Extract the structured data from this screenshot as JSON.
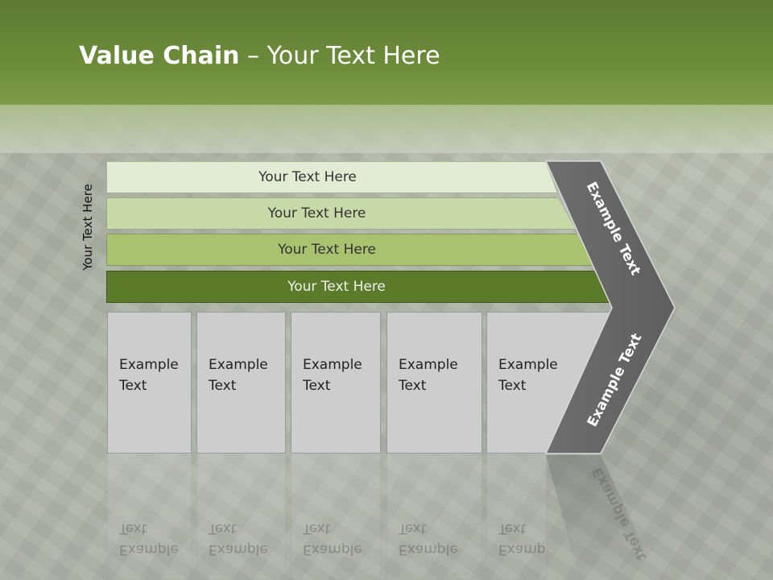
{
  "title": {
    "bold": "Value Chain",
    "rest": " – Your Text Here"
  },
  "side_label": "Your Text Here",
  "bars": [
    {
      "label": "Your Text Here"
    },
    {
      "label": "Your Text Here"
    },
    {
      "label": "Your Text Here"
    },
    {
      "label": "Your Text Here"
    }
  ],
  "boxes": [
    {
      "line1": "Example",
      "line2": "Text"
    },
    {
      "line1": "Example",
      "line2": "Text"
    },
    {
      "line1": "Example",
      "line2": "Text"
    },
    {
      "line1": "Example",
      "line2": "Text"
    },
    {
      "line1": "Example",
      "line2": "Text"
    }
  ],
  "arrow": {
    "upper_label": "Example Text",
    "lower_label": "Example Text"
  },
  "colors": {
    "header_green": "#5d7a2f",
    "bar_light": "#e2ebd3",
    "bar_mid": "#c8d9a8",
    "bar_strong": "#a9c26f",
    "bar_dark": "#5c7b2a",
    "box_grey": "#cdcdcd",
    "arrow_grey": "#6b6b6b"
  }
}
